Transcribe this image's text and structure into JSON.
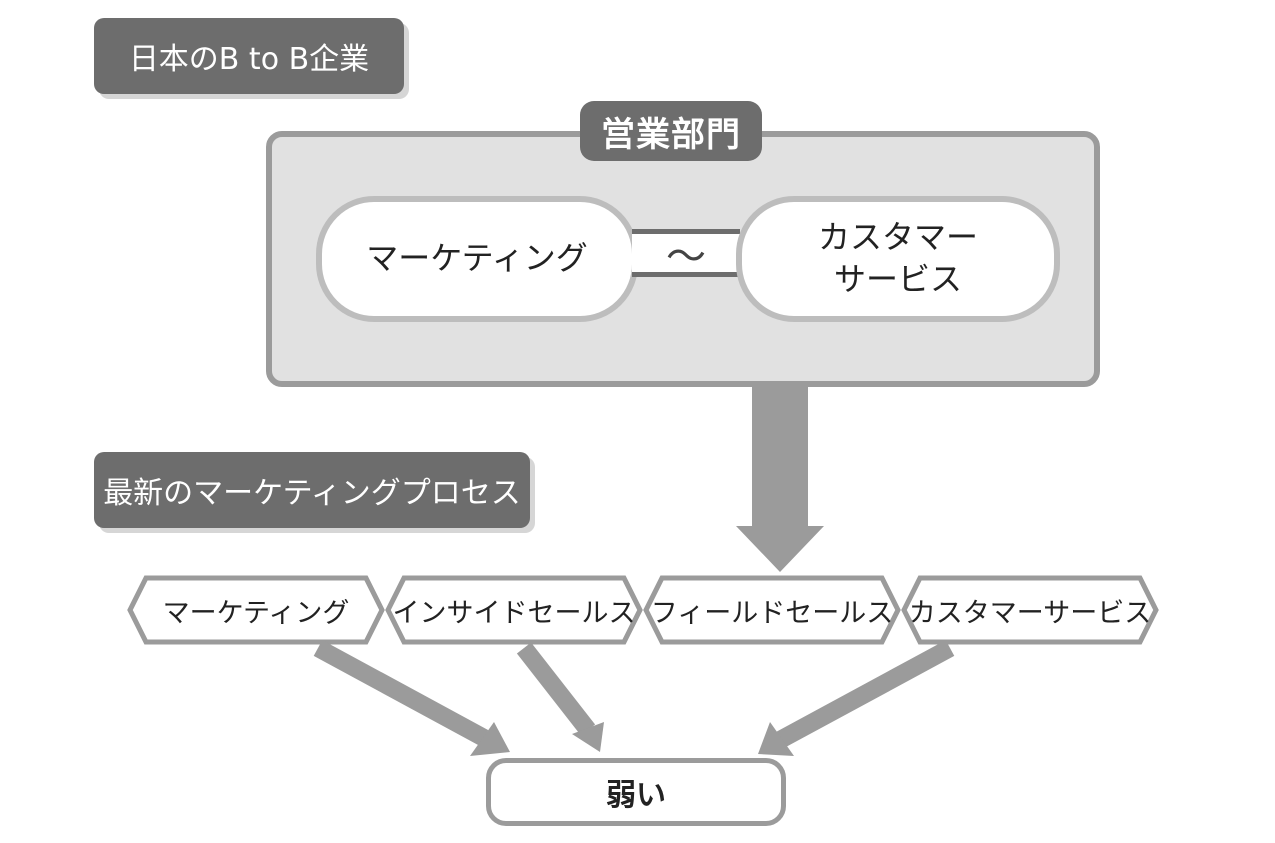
{
  "top_label": "日本のB to B企業",
  "department": {
    "title": "営業部門",
    "left_box": "マーケティング",
    "right_box_line1": "カスタマー",
    "right_box_line2": "サービス",
    "connector_symbol": "〜"
  },
  "process_label": "最新のマーケティングプロセス",
  "process_steps": [
    "マーケティング",
    "インサイドセールス",
    "フィールドセールス",
    "カスタマーサービス"
  ],
  "result": "弱い",
  "colors": {
    "dark_label": "#6d6d6d",
    "frame_border": "#9b9b9b",
    "frame_fill": "#e1e1e1",
    "arrow": "#999999"
  }
}
